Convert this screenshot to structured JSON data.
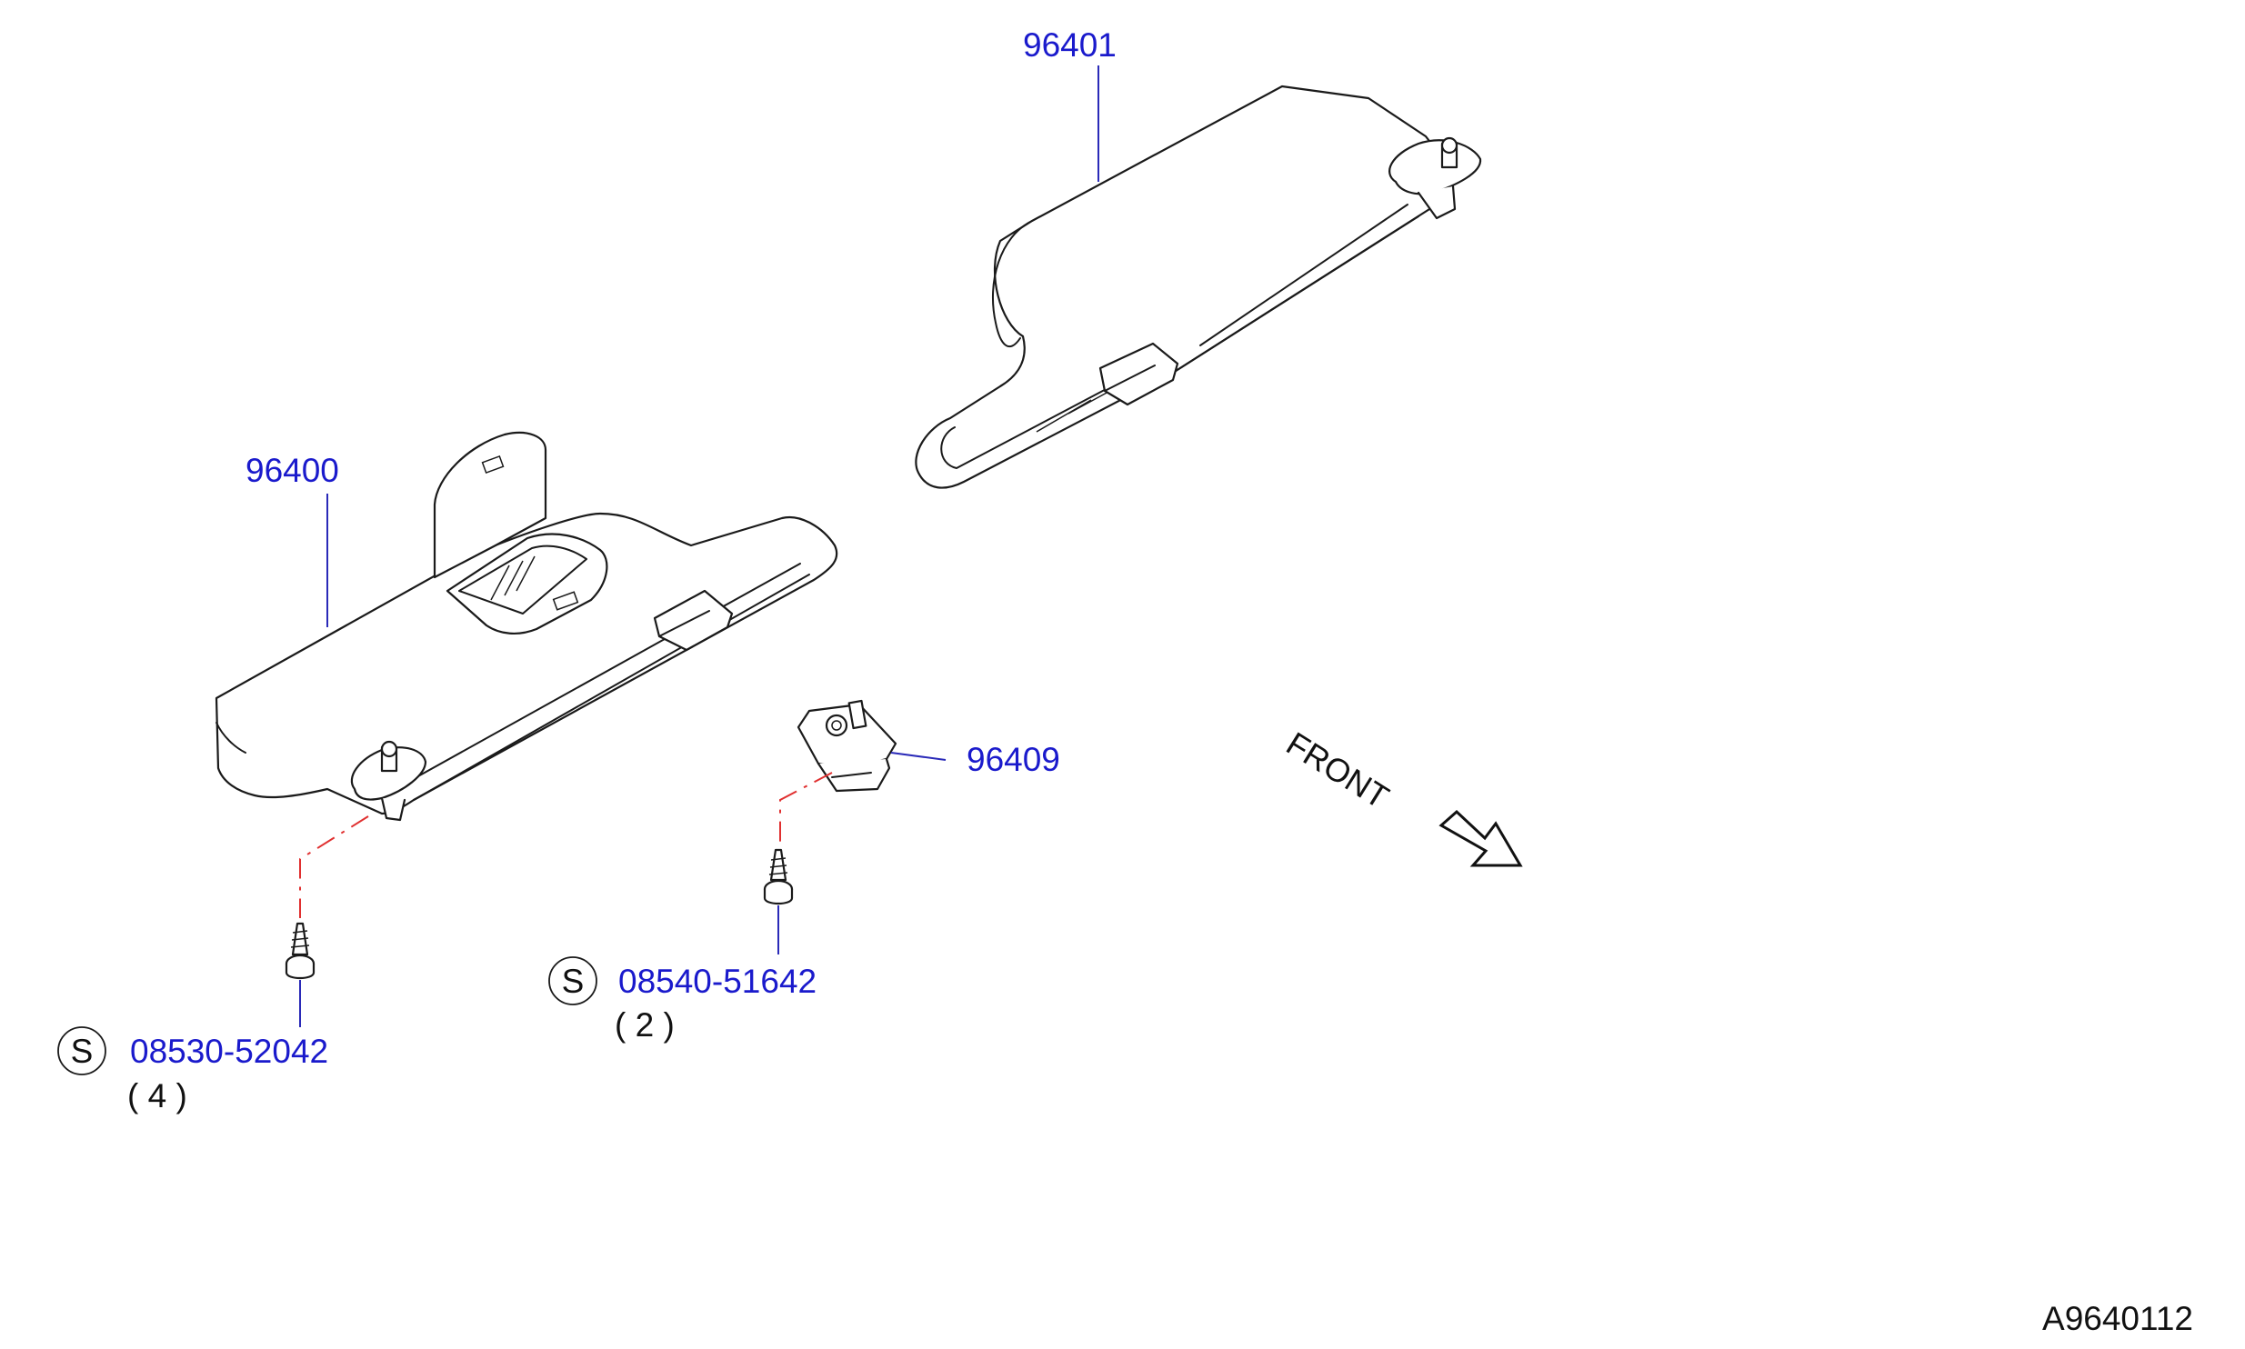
{
  "parts": {
    "visor_rh": "96401",
    "visor_lh": "96400",
    "holder": "96409",
    "screw_a": {
      "marker": "S",
      "number": "08530-52042",
      "qty": "( 4 )"
    },
    "screw_b": {
      "marker": "S",
      "number": "08540-51642",
      "qty": "( 2 )"
    }
  },
  "front_label": "FRONT",
  "reference_code": "A9640112",
  "colors": {
    "part_number": "#1a1acc",
    "leader": "#2a2ab8",
    "dash_line": "#e03030",
    "drawing": "#1a1a1a"
  }
}
